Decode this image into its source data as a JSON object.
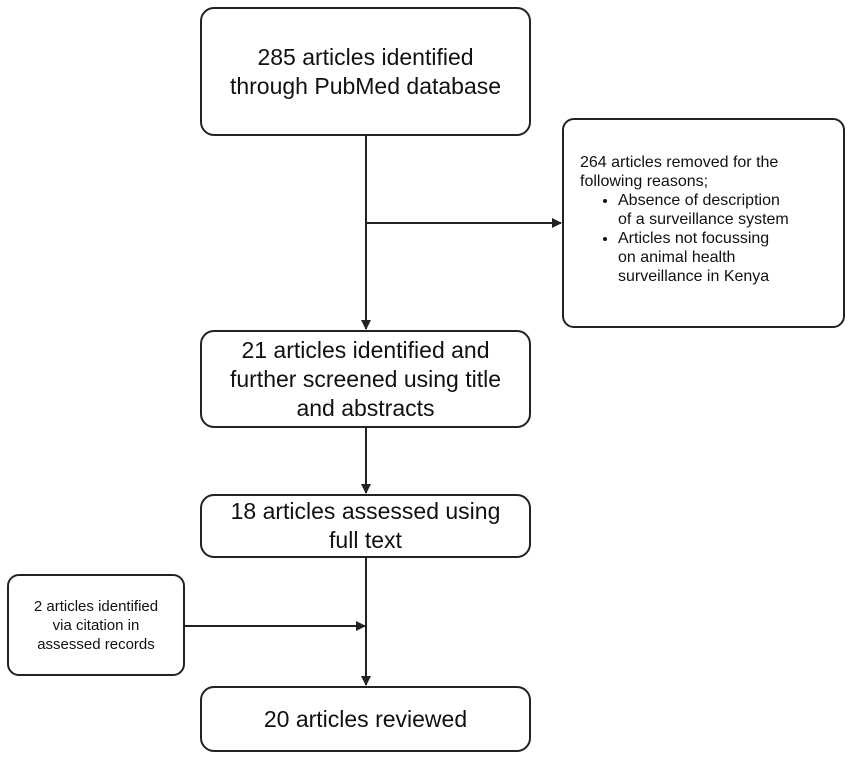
{
  "boxes": {
    "identified": "285 articles identified\nthrough PubMed database",
    "screened": "21 articles identified and\nfurther screened using title\nand abstracts",
    "assessed": "18 articles  assessed using\nfull text",
    "reviewed": "20 articles  reviewed",
    "citation": "2 articles identified\nvia citation in\nassessed records"
  },
  "removed": {
    "intro": "264 articles removed for the\nfollowing reasons;",
    "reasons": [
      "Absence of description\nof a surveillance system",
      "Articles not focussing\non animal health\nsurveillance in Kenya"
    ]
  },
  "colors": {
    "line": "#222222",
    "box_fill": "#ffffff",
    "text": "#111111"
  }
}
